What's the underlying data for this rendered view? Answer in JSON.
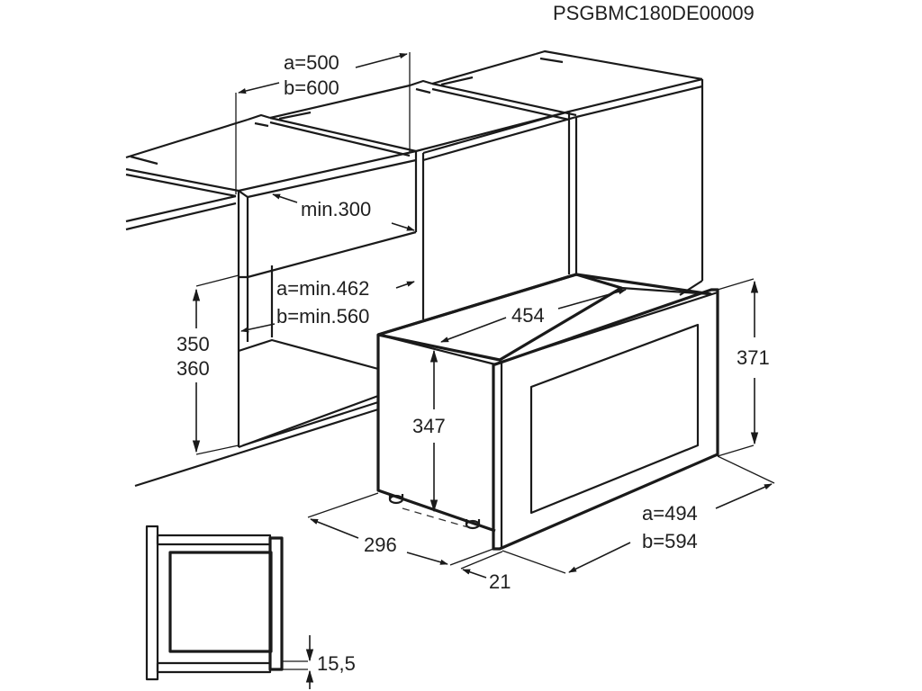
{
  "document": {
    "code": "PSGBMC180DE00009",
    "type": "installation dimension drawing"
  },
  "cabinet": {
    "depth": {
      "a": "a=500",
      "b": "b=600"
    },
    "wall_gap": "min.300",
    "niche_width": {
      "a": "a=min.462",
      "b": "b=min.560"
    },
    "niche_height": {
      "a": "350",
      "b": "360"
    }
  },
  "appliance": {
    "width_body": "454",
    "height_body": "347",
    "height_front": "371",
    "depth_body": "296",
    "front_thickness": "21",
    "front_width": {
      "a": "a=494",
      "b": "b=594"
    }
  },
  "side_view": {
    "offset": "15,5"
  },
  "colors": {
    "line": "#1a1a1a",
    "text": "#1f1f1f",
    "background": "#ffffff"
  }
}
